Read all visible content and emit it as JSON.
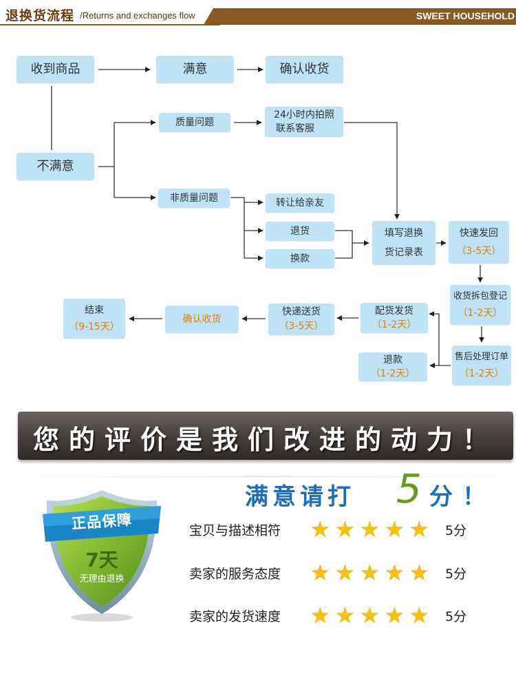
{
  "header": {
    "title": "退换货流程",
    "subtitle": "/Returns and exchanges flow",
    "brand": "SWEET HOUSEHOLD"
  },
  "flow": {
    "received": "收到商品",
    "satisfied": "满意",
    "confirm_receipt": "确认收货",
    "unsatisfied": "不满意",
    "quality_issue": "质量问题",
    "photo_24h_1": "24小时内拍照",
    "photo_24h_2": "联系客服",
    "non_quality_issue": "非质量问题",
    "transfer_friend": "转让给亲友",
    "return_goods": "退货",
    "exchange": "换款",
    "fill_form_1": "填写退换",
    "fill_form_2": "货记录表",
    "express_back": "快速发回",
    "express_back_days": "（3-5天）",
    "receive_register": "收货拆包登记",
    "receive_register_days": "（1-2天）",
    "after_sales": "售后处理订单",
    "after_sales_days": "（1-2天）",
    "refund": "退款",
    "refund_days": "（1-2天）",
    "ship_goods": "配货发货",
    "ship_goods_days": "（1-2天）",
    "express_deliver": "快递送货",
    "express_deliver_days": "（3-5天）",
    "confirm_receipt_2": "确认收货",
    "end": "结束",
    "end_days": "（9-15天）"
  },
  "banner": {
    "text": "您的评价是我们改进的动力！"
  },
  "rate": {
    "prefix": "满意请打",
    "number": "5",
    "suffix": "分",
    "bang": "！"
  },
  "shield": {
    "title": "正品保障",
    "days": "7天",
    "desc": "无理由退换"
  },
  "ratings": [
    {
      "label": "宝贝与描述相符",
      "stars": 5,
      "score": "5分"
    },
    {
      "label": "卖家的服务态度",
      "stars": 5,
      "score": "5分"
    },
    {
      "label": "卖家的发货速度",
      "stars": 5,
      "score": "5分"
    }
  ],
  "colors": {
    "box": "#bfe3f5",
    "accent": "#e67e00",
    "header": "#8a5a24",
    "star": "#f6c10e"
  }
}
